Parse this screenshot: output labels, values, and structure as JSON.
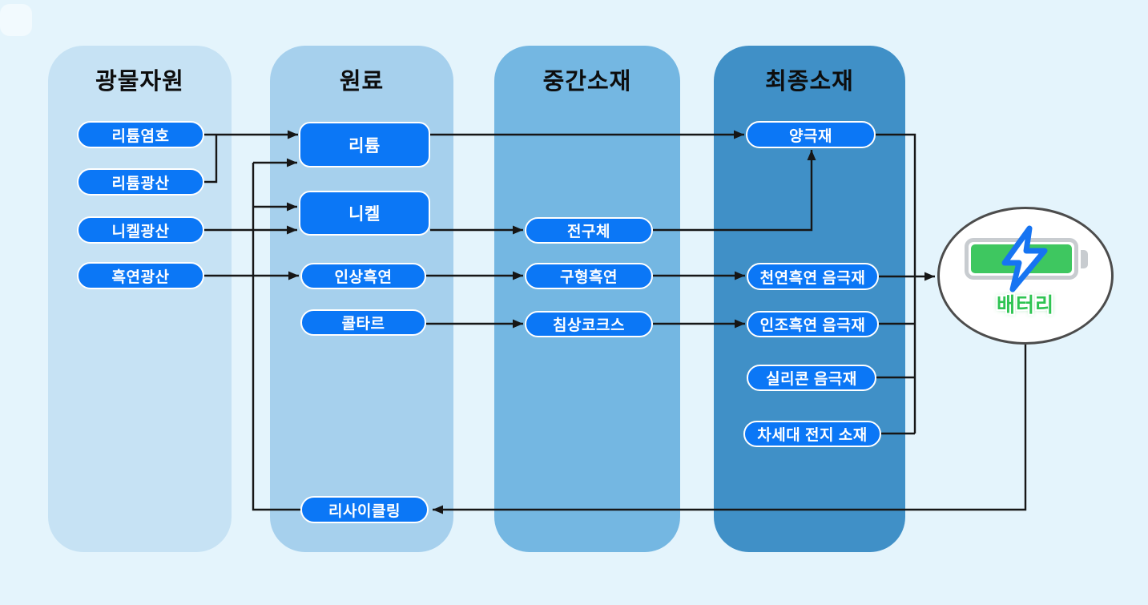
{
  "diagram": {
    "columns": [
      {
        "header": "광물자원",
        "items": [
          {
            "label": "리튬염호"
          },
          {
            "label": "리튬광산"
          },
          {
            "label": "니켈광산"
          },
          {
            "label": "흑연광산"
          }
        ]
      },
      {
        "header": "원료",
        "items": [
          {
            "label": "리튬"
          },
          {
            "label": "니켈"
          },
          {
            "label": "인상흑연"
          },
          {
            "label": "콜타르"
          },
          {
            "label": "리사이클링"
          }
        ]
      },
      {
        "header": "중간소재",
        "items": [
          {
            "label": "전구체"
          },
          {
            "label": "구형흑연"
          },
          {
            "label": "침상코크스"
          }
        ]
      },
      {
        "header": "최종소재",
        "items": [
          {
            "label": "양극재"
          },
          {
            "label": "천연흑연 음극재"
          },
          {
            "label": "인조흑연 음극재"
          },
          {
            "label": "실리콘 음극재"
          },
          {
            "label": "차세대 전지 소재"
          }
        ]
      }
    ],
    "battery": {
      "label": "배터리",
      "icon": "battery-charging-icon"
    },
    "edges": [
      {
        "from": "리튬염호",
        "to": "리튬"
      },
      {
        "from": "리튬광산",
        "to": "리튬"
      },
      {
        "from": "니켈광산",
        "to": "니켈"
      },
      {
        "from": "흑연광산",
        "to": "인상흑연"
      },
      {
        "from": "리튬",
        "to": "양극재"
      },
      {
        "from": "니켈",
        "to": "전구체"
      },
      {
        "from": "전구체",
        "to": "양극재"
      },
      {
        "from": "인상흑연",
        "to": "구형흑연"
      },
      {
        "from": "구형흑연",
        "to": "천연흑연 음극재"
      },
      {
        "from": "콜타르",
        "to": "침상코크스"
      },
      {
        "from": "침상코크스",
        "to": "인조흑연 음극재"
      },
      {
        "from": "양극재",
        "to": "배터리"
      },
      {
        "from": "천연흑연 음극재",
        "to": "배터리"
      },
      {
        "from": "인조흑연 음극재",
        "to": "배터리"
      },
      {
        "from": "실리콘 음극재",
        "to": "배터리"
      },
      {
        "from": "차세대 전지 소재",
        "to": "배터리"
      },
      {
        "from": "배터리",
        "to": "리사이클링"
      },
      {
        "from": "리사이클링",
        "to": "리튬"
      },
      {
        "from": "리사이클링",
        "to": "니켈"
      }
    ],
    "colors": {
      "background": "#e4f4fc",
      "column_fills": [
        "#c6e2f4",
        "#a6d0ed",
        "#74b7e2",
        "#4090c7"
      ],
      "node_fill": "#0b77f6",
      "node_border": "#ffffff",
      "node_text": "#ffffff",
      "header_text": "#0d0d0d",
      "arrow": "#161616",
      "battery_green": "#3ec760",
      "bolt_blue": "#1674f2",
      "battery_label_green": "#2ec452",
      "battery_ellipse_border": "#4c4c4c"
    }
  }
}
